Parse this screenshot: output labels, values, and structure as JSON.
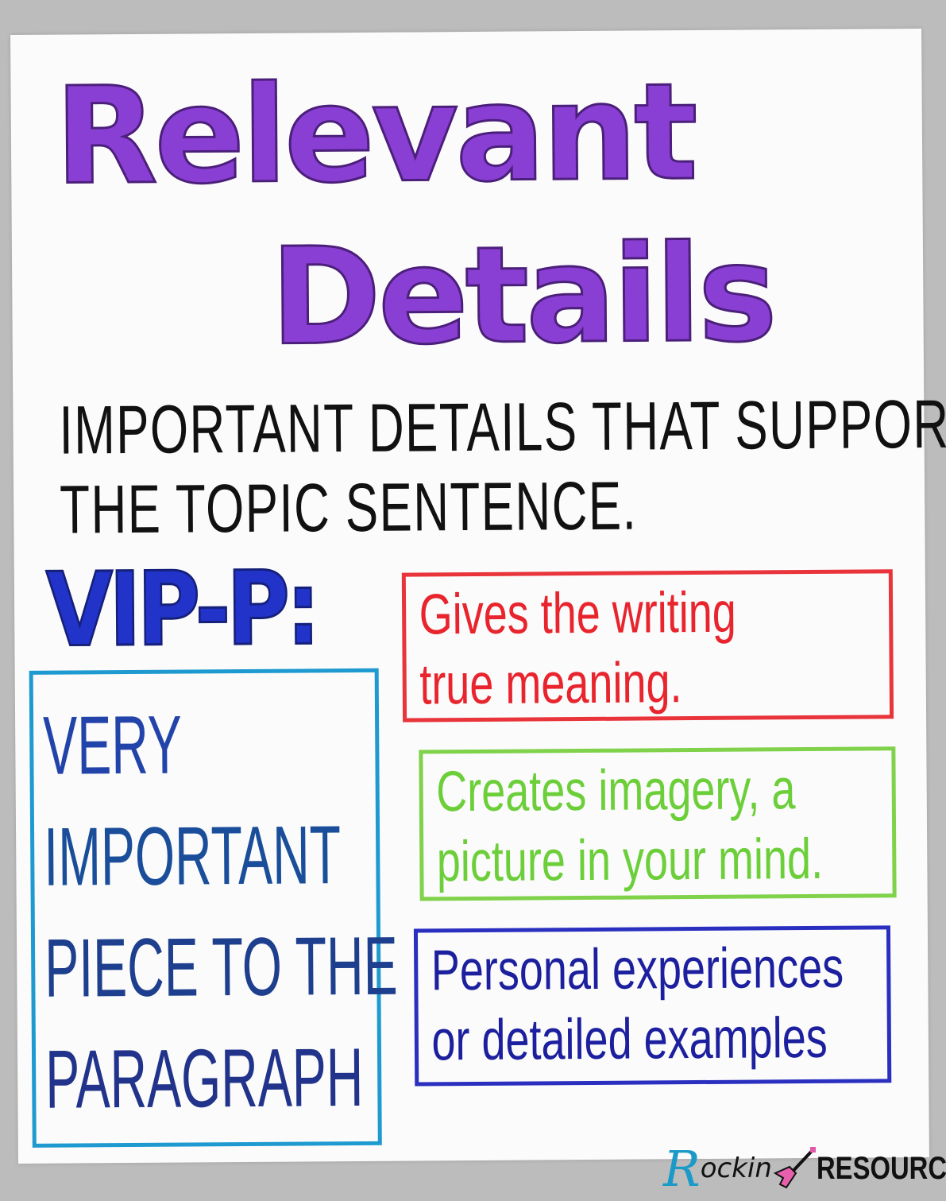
{
  "poster": {
    "title_line1": "Relevant",
    "title_line2": "Details",
    "definition_line1": "IMPORTANT DETAILS THAT SUPPORT",
    "definition_line2": "THE TOPIC SENTENCE.",
    "acronym_heading": "VIP-P:",
    "acronym_lines": [
      "VERY",
      "IMPORTANT",
      "PIECE TO THE",
      "PARAGRAPH"
    ],
    "notes": [
      {
        "line1": "Gives the writing",
        "line2": "true meaning."
      },
      {
        "line1": "Creates imagery, a",
        "line2": "picture in your mind."
      },
      {
        "line1": "Personal experiences",
        "line2": "or detailed examples"
      }
    ]
  },
  "logo": {
    "prefix": "R",
    "script": "ockin",
    "name": "RESOURCES",
    "icon": "guitar-icon"
  },
  "colors": {
    "title": "#8a3fd4",
    "vip": "#2233c9",
    "red": "#e8343a",
    "green": "#7fd24a",
    "blue": "#2a2fc0",
    "cyan": "#1e9ad0"
  }
}
